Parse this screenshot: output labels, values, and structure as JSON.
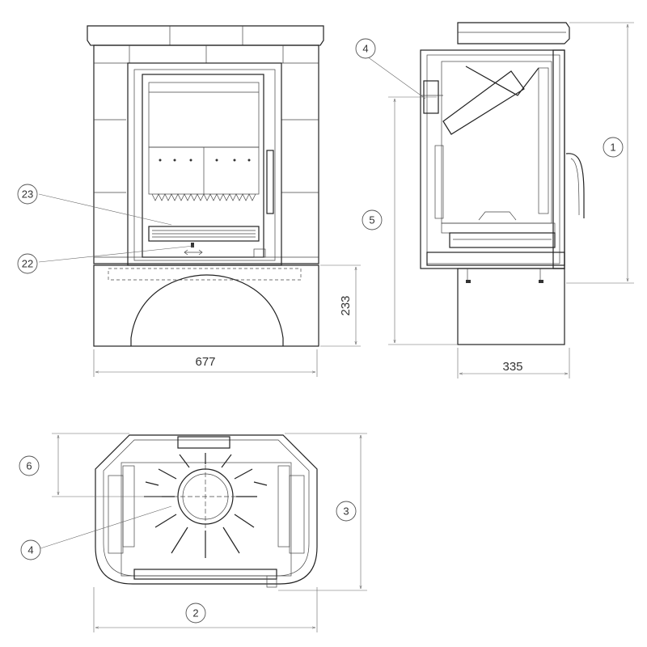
{
  "front_view": {
    "callouts": {
      "a": "23",
      "b": "22"
    },
    "dim_width": "677",
    "dim_base_height": "233"
  },
  "side_view": {
    "callouts": {
      "a": "4",
      "b": "1",
      "c": "5"
    },
    "dim_depth": "335"
  },
  "top_view": {
    "callouts": {
      "a": "6",
      "b": "3",
      "c": "4",
      "d": "2"
    }
  }
}
